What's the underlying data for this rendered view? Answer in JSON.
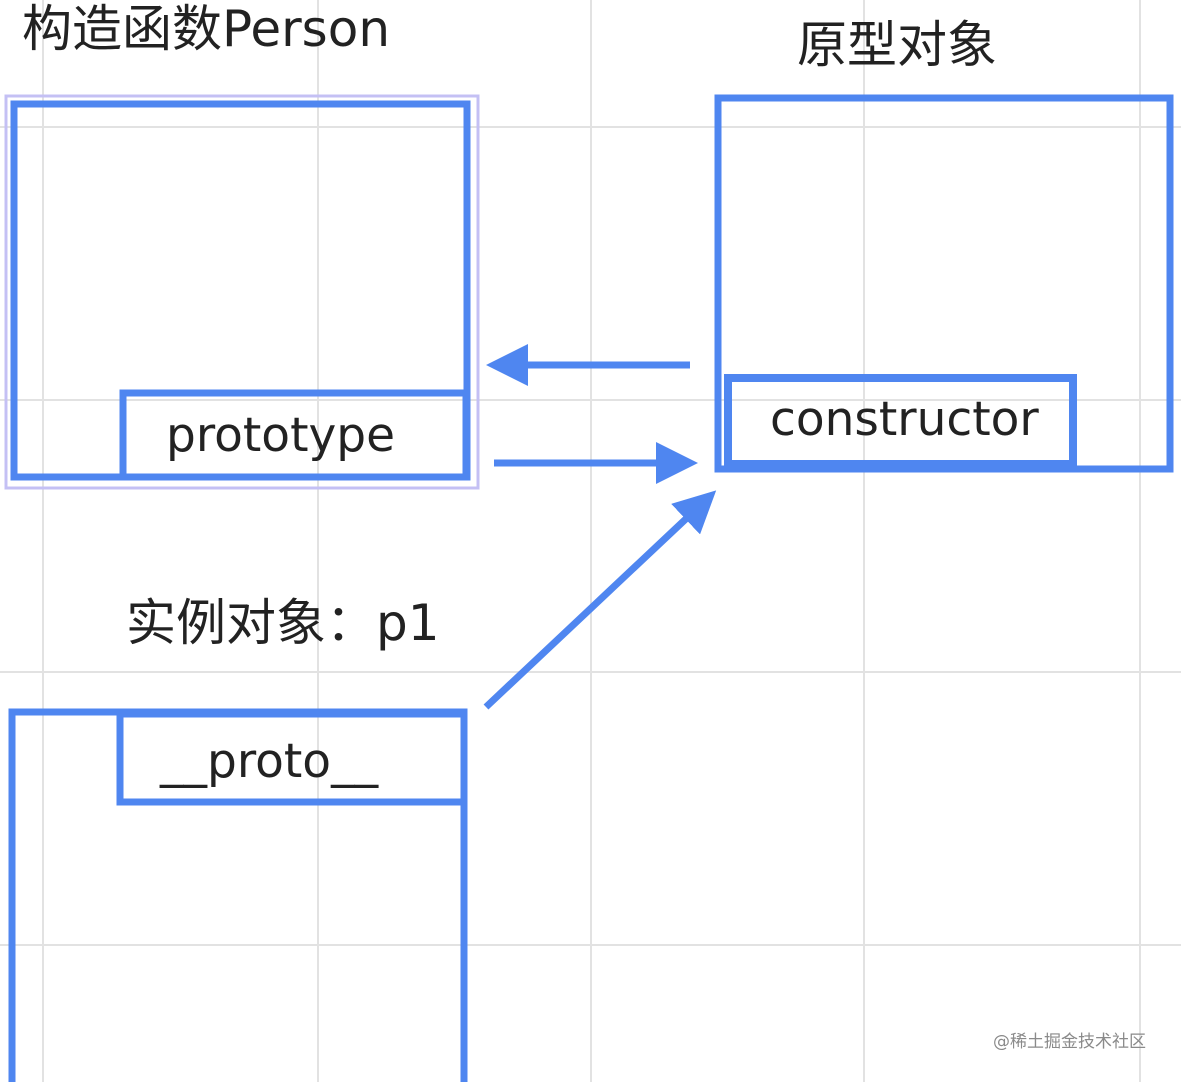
{
  "titles": {
    "constructor_fn": "构造函数Person",
    "prototype_obj": "原型对象",
    "instance_obj": "实例对象：p1"
  },
  "slots": {
    "prototype": "prototype",
    "constructor": "constructor",
    "proto": "__proto__"
  },
  "watermark": "@稀土掘金技术社区",
  "colors": {
    "box_stroke": "#4f86f0",
    "selection_outline": "#c4c0f4",
    "grid_line": "#e2e2e2",
    "text": "#222222"
  }
}
